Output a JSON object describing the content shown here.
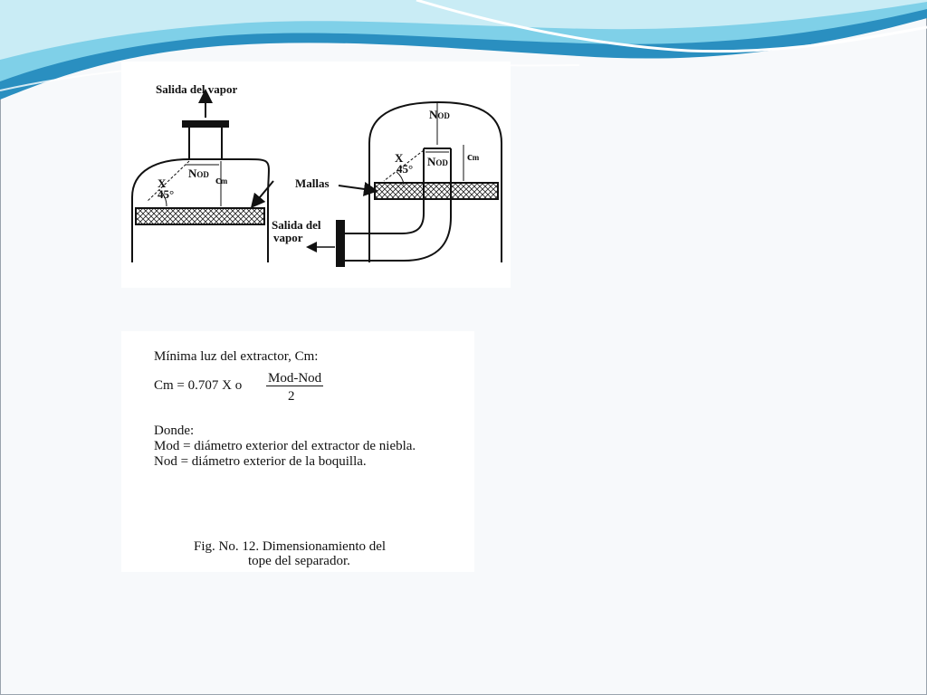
{
  "colors": {
    "wave_dark": "#2a8fc0",
    "wave_light": "#7fd0e8",
    "background": "#f7f9fb"
  },
  "diagram": {
    "left": {
      "outlet_label": "Salida del vapor",
      "n_label": "N",
      "n_sub": "OD",
      "c_label": "c",
      "c_sub": "m",
      "x_label": "X",
      "angle_label": "45°"
    },
    "center_labels": {
      "mallas": "Mallas",
      "outlet_line1": "Salida del",
      "outlet_line2": "vapor"
    },
    "right": {
      "n_top_label": "N",
      "n_top_sub": "OD",
      "n_label": "N",
      "n_sub": "OD",
      "c_label": "c",
      "c_sub": "m",
      "x_label": "X",
      "angle_label": "45°"
    }
  },
  "formula": {
    "heading": "Mínima luz del extractor, Cm:",
    "equation_lhs": "Cm = 0.707 X o",
    "fraction_numerator": "Mod-Nod",
    "fraction_denominator": "2",
    "where_label": "Donde:",
    "definition_mod": "Mod = diámetro exterior del extractor de niebla.",
    "definition_nod": "Nod  = diámetro exterior de la boquilla.",
    "caption_line1": "Fig. No. 12. Dimensionamiento del",
    "caption_line2": "tope del separador."
  }
}
